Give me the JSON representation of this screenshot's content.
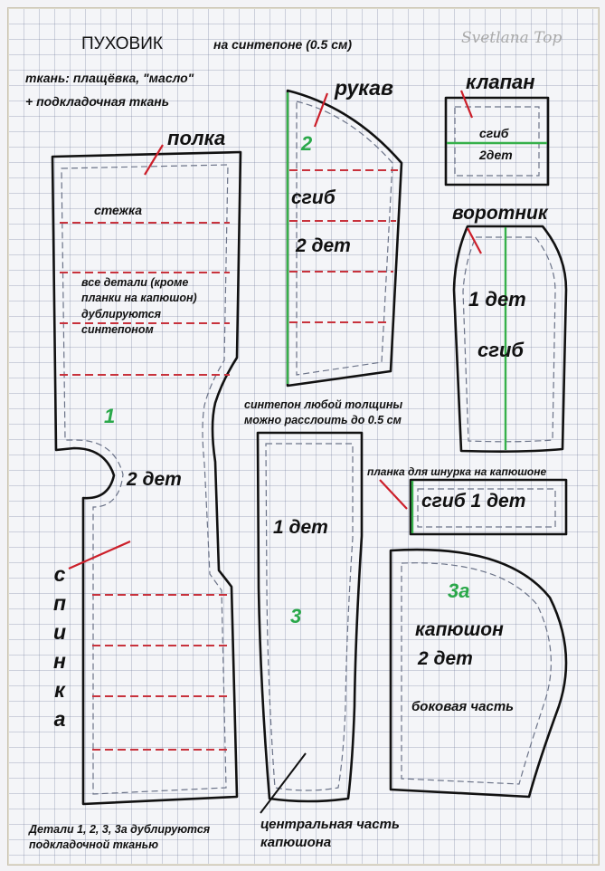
{
  "title": {
    "main": "ПУХОВИК",
    "sub": "на синтепоне (0.5 см)",
    "fabric": "ткань: плащёвка, \"масло\"",
    "lining": "+ подкладочная ткань"
  },
  "watermark": "Svetlana Top",
  "labels": {
    "polka": "полка",
    "stezhka": "стежка",
    "vse_detali_1": "все детали (кроме",
    "vse_detali_2": "планки на капюшон)",
    "vse_detali_3": "дублируются",
    "vse_detali_4": "синтепоном",
    "num_1": "1",
    "dva_det_main": "2 дет",
    "spinka_letters": [
      "с",
      "п",
      "и",
      "н",
      "к",
      "а"
    ],
    "rukav": "рукав",
    "num_2": "2",
    "sgib_sleeve": "сгиб",
    "dva_det_sleeve": "2 дет",
    "klapan": "клапан",
    "sgib_klapan": "сгиб",
    "dva_det_klapan": "2дет",
    "vorotnik": "воротник",
    "odin_det_collar": "1 дет",
    "sgib_collar": "сгиб",
    "sinteon_1": "синтепон любой толщины",
    "sinteon_2": "можно расслоить до 0.5 см",
    "planka_note": "планка для шнурка на капюшоне",
    "planka_text": "сгиб 1 дет",
    "odin_det_3": "1 дет",
    "num_3": "3",
    "num_3a": "3а",
    "kapyushon": "капюшон",
    "dva_det_hood": "2 дет",
    "bokovaya": "боковая часть",
    "central_1": "центральная часть",
    "central_2": "капюшона",
    "footer_1": "Детали 1, 2, 3, 3а дублируются",
    "footer_2": "подкладочной тканью"
  },
  "colors": {
    "outline": "#111111",
    "dashed": "#6b7388",
    "stitch": "#c8323c",
    "fold": "#36b04a",
    "pointer": "#cc1f2a",
    "number": "#2aa84a"
  }
}
